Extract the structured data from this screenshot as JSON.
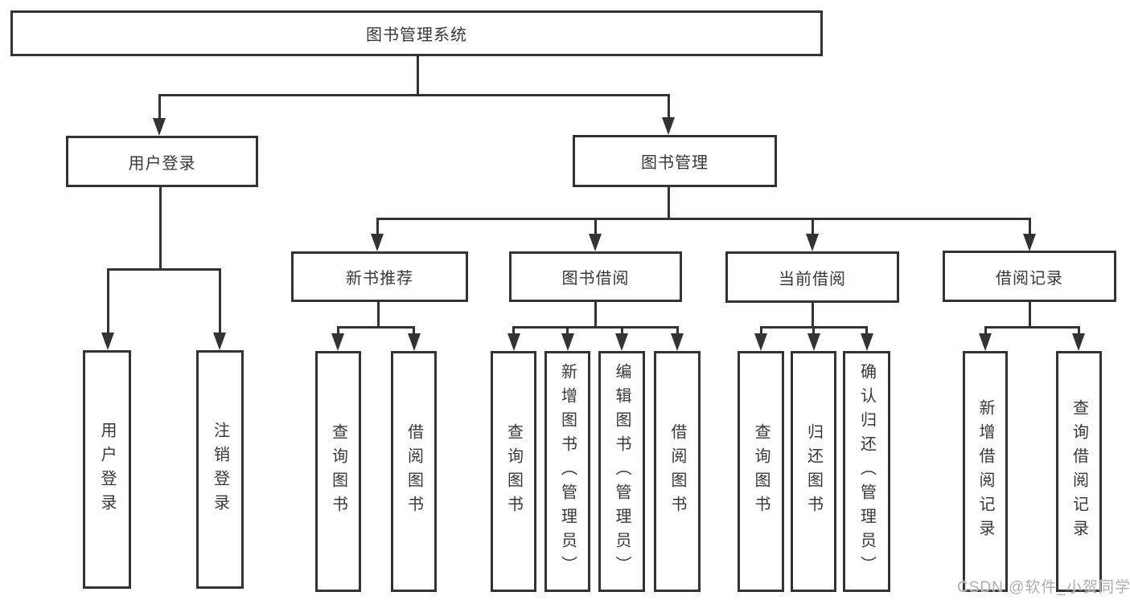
{
  "root": {
    "label": "图书管理系统"
  },
  "branches": [
    {
      "label": "用户登录",
      "children": [
        {
          "label": "用户登录"
        },
        {
          "label": "注销登录"
        }
      ]
    },
    {
      "label": "图书管理",
      "sections": [
        {
          "label": "新书推荐",
          "children": [
            {
              "label": "查询图书"
            },
            {
              "label": "借阅图书"
            }
          ]
        },
        {
          "label": "图书借阅",
          "children": [
            {
              "label": "查询图书"
            },
            {
              "label": "新增图书（管理员）"
            },
            {
              "label": "编辑图书（管理员）"
            },
            {
              "label": "借阅图书"
            }
          ]
        },
        {
          "label": "当前借阅",
          "children": [
            {
              "label": "查询图书"
            },
            {
              "label": "归还图书"
            },
            {
              "label": "确认归还（管理员）"
            }
          ]
        },
        {
          "label": "借阅记录",
          "children": [
            {
              "label": "新增借阅记录"
            },
            {
              "label": "查询借阅记录"
            }
          ]
        }
      ]
    }
  ],
  "watermark": "CSDN @软件_小贺同学",
  "colors": {
    "line": "#333333",
    "text": "#383838",
    "watermark": "#aeaeae",
    "background": "#ffffff"
  }
}
